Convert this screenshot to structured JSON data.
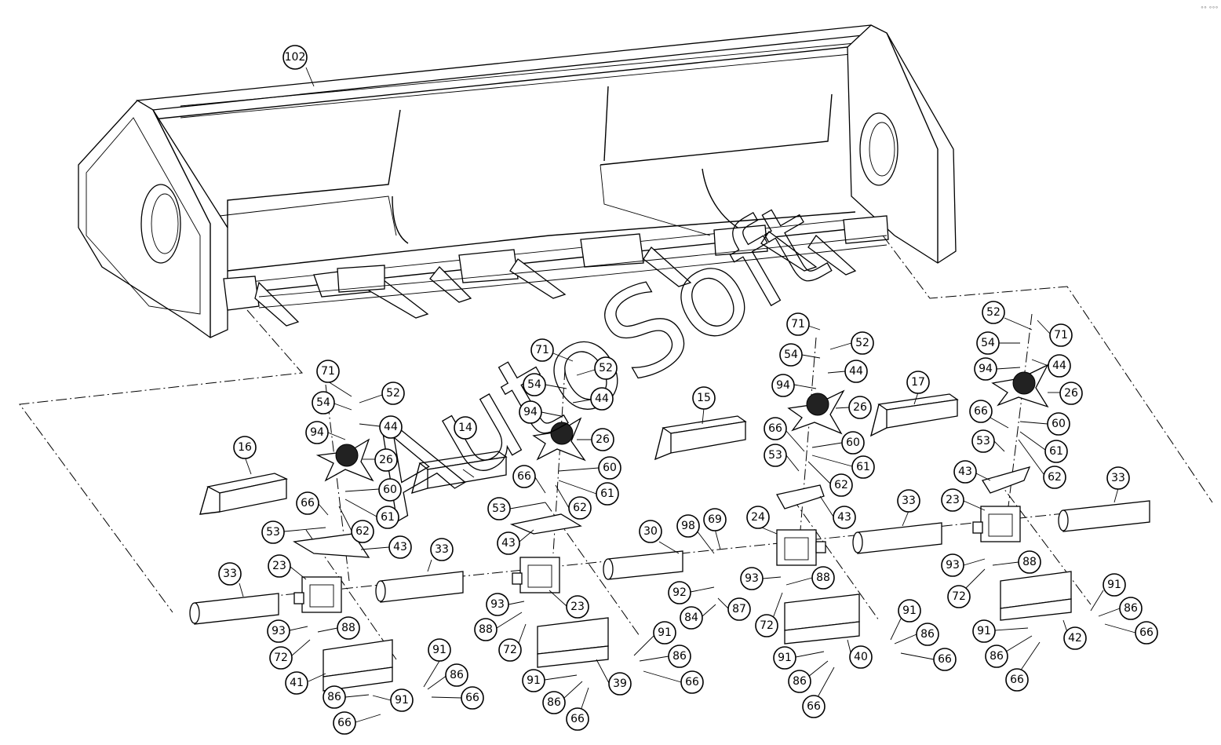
{
  "watermark": "AutoSoft",
  "corner_mark": "°° °°°",
  "callouts": [
    "102",
    "71",
    "52",
    "54",
    "44",
    "94",
    "26",
    "60",
    "61",
    "62",
    "66",
    "53",
    "43",
    "23",
    "33",
    "16",
    "14",
    "15",
    "17",
    "24",
    "30",
    "98",
    "69",
    "92",
    "87",
    "84",
    "93",
    "88",
    "72",
    "41",
    "39",
    "40",
    "42",
    "91",
    "86"
  ]
}
